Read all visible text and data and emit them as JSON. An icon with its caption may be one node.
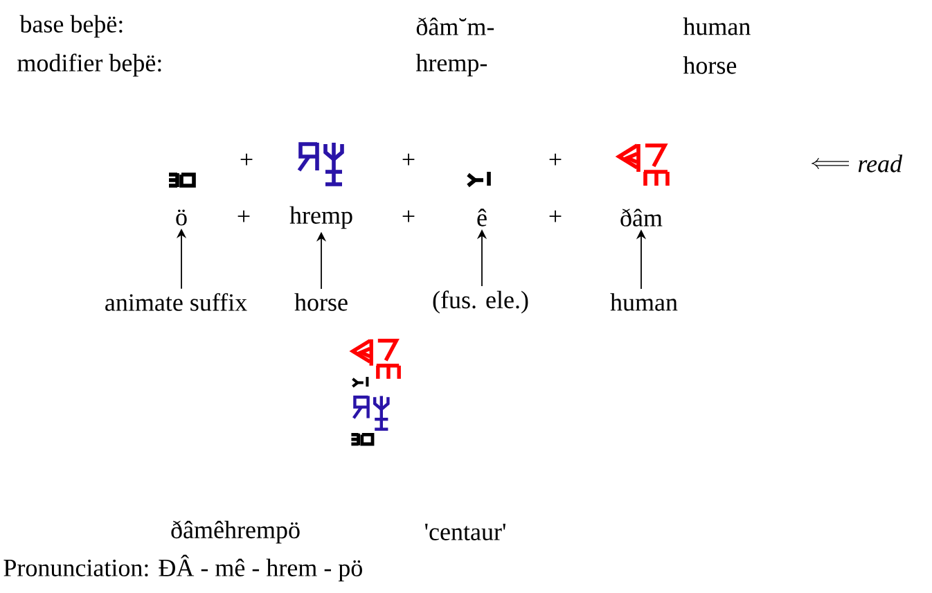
{
  "diagram": {
    "nodes": [
      {
        "text": [
          "ö"
        ]
      },
      {
        "text": [
          "hremp"
        ]
      },
      {
        "text": [
          "ê"
        ]
      },
      {
        "text": [
          "ðâm"
        ]
      },
      {
        "text": [
          "animate suffix"
        ]
      },
      {
        "text": [
          "horse"
        ]
      },
      {
        "text": [
          "(fus. ele.)"
        ]
      },
      {
        "text": [
          "human"
        ]
      }
    ],
    "edges": [
      {
        "from": 4,
        "to": 0,
        "arrow": "to"
      },
      {
        "from": 5,
        "to": 1,
        "arrow": "to"
      },
      {
        "from": 6,
        "to": 2,
        "arrow": "to"
      },
      {
        "from": 7,
        "to": 3,
        "arrow": "to"
      }
    ],
    "labels": [
      "base beþë:",
      "ðâm˘m-",
      "human",
      "modifier beþë:",
      "hremp-",
      "horse",
      "+",
      "+",
      "+",
      "*read*",
      "+",
      "+",
      "+",
      "ðâmêhrempö",
      "'centaur'",
      "Pronunciation: ÐÂ - mê - hrem - pö"
    ]
  }
}
